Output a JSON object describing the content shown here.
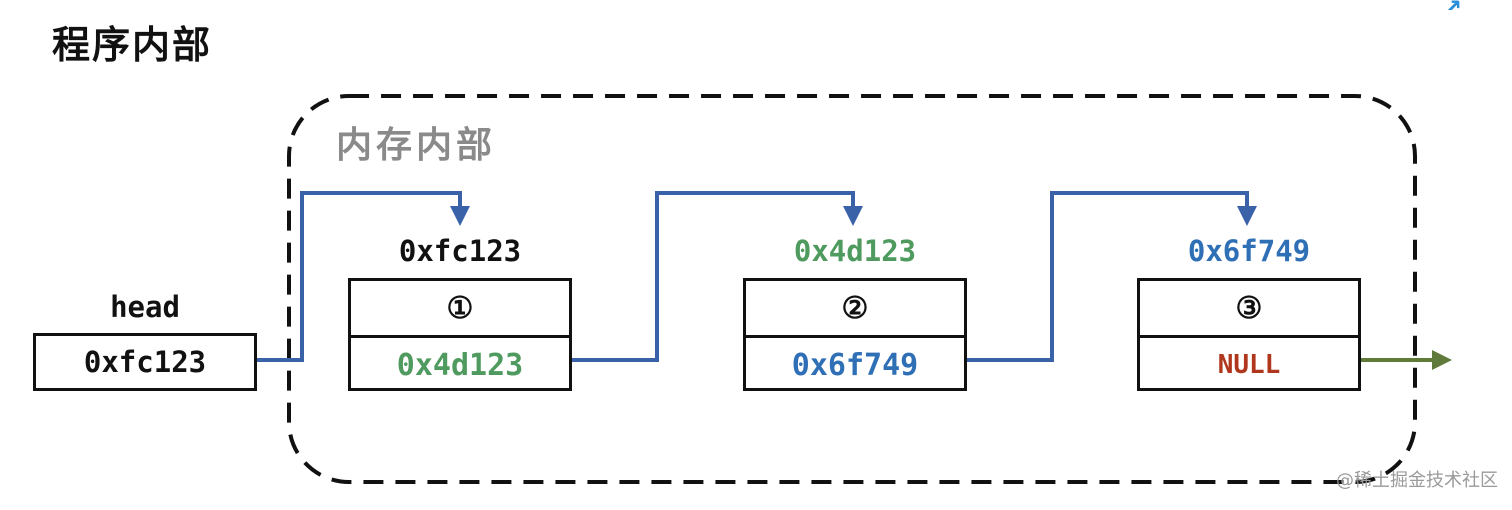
{
  "title": "程序内部",
  "memory_label": "内存内部",
  "head": {
    "label": "head",
    "value": "0xfc123"
  },
  "nodes": [
    {
      "address": "0xfc123",
      "index": "①",
      "next": "0x4d123"
    },
    {
      "address": "0x4d123",
      "index": "②",
      "next": "0x6f749"
    },
    {
      "address": "0x6f749",
      "index": "③",
      "next": "NULL"
    }
  ],
  "colors": {
    "green": "#4f9a5e",
    "blue": "#2f6fb6",
    "red": "#b1361e",
    "arrow_blue": "#3a62a8",
    "arrow_green": "#5f7a3a",
    "border": "#111111"
  },
  "watermark": "@稀土掘金技术社区"
}
